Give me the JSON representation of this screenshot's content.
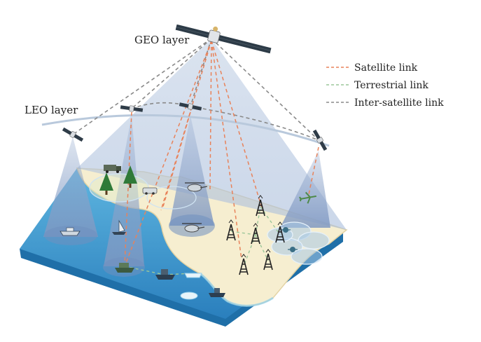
{
  "labels": {
    "geo_layer": "GEO layer",
    "leo_layer": "LEO layer"
  },
  "legend": [
    {
      "label": "Satellite link",
      "color": "#e8825a"
    },
    {
      "label": "Terrestrial link",
      "color": "#9cc79a"
    },
    {
      "label": "Inter-satellite link",
      "color": "#8a8a8a"
    }
  ],
  "colors": {
    "sea": "#2f8fc8",
    "sea_light": "#5fb3de",
    "land": "#f5eccb",
    "land_edge": "#e7d6a6",
    "beam": "#9fb6d6",
    "beam_dark": "#7f9cc6",
    "orbit": "#b8c8dc",
    "solar_panel": "#3a4a55"
  },
  "icons": [
    "geo-satellite-icon",
    "leo-satellite-icon",
    "tree-icon",
    "truck-icon",
    "car-icon",
    "helicopter-icon",
    "airplane-icon",
    "ship-icon",
    "boat-icon",
    "cell-tower-icon",
    "drone-icon"
  ]
}
